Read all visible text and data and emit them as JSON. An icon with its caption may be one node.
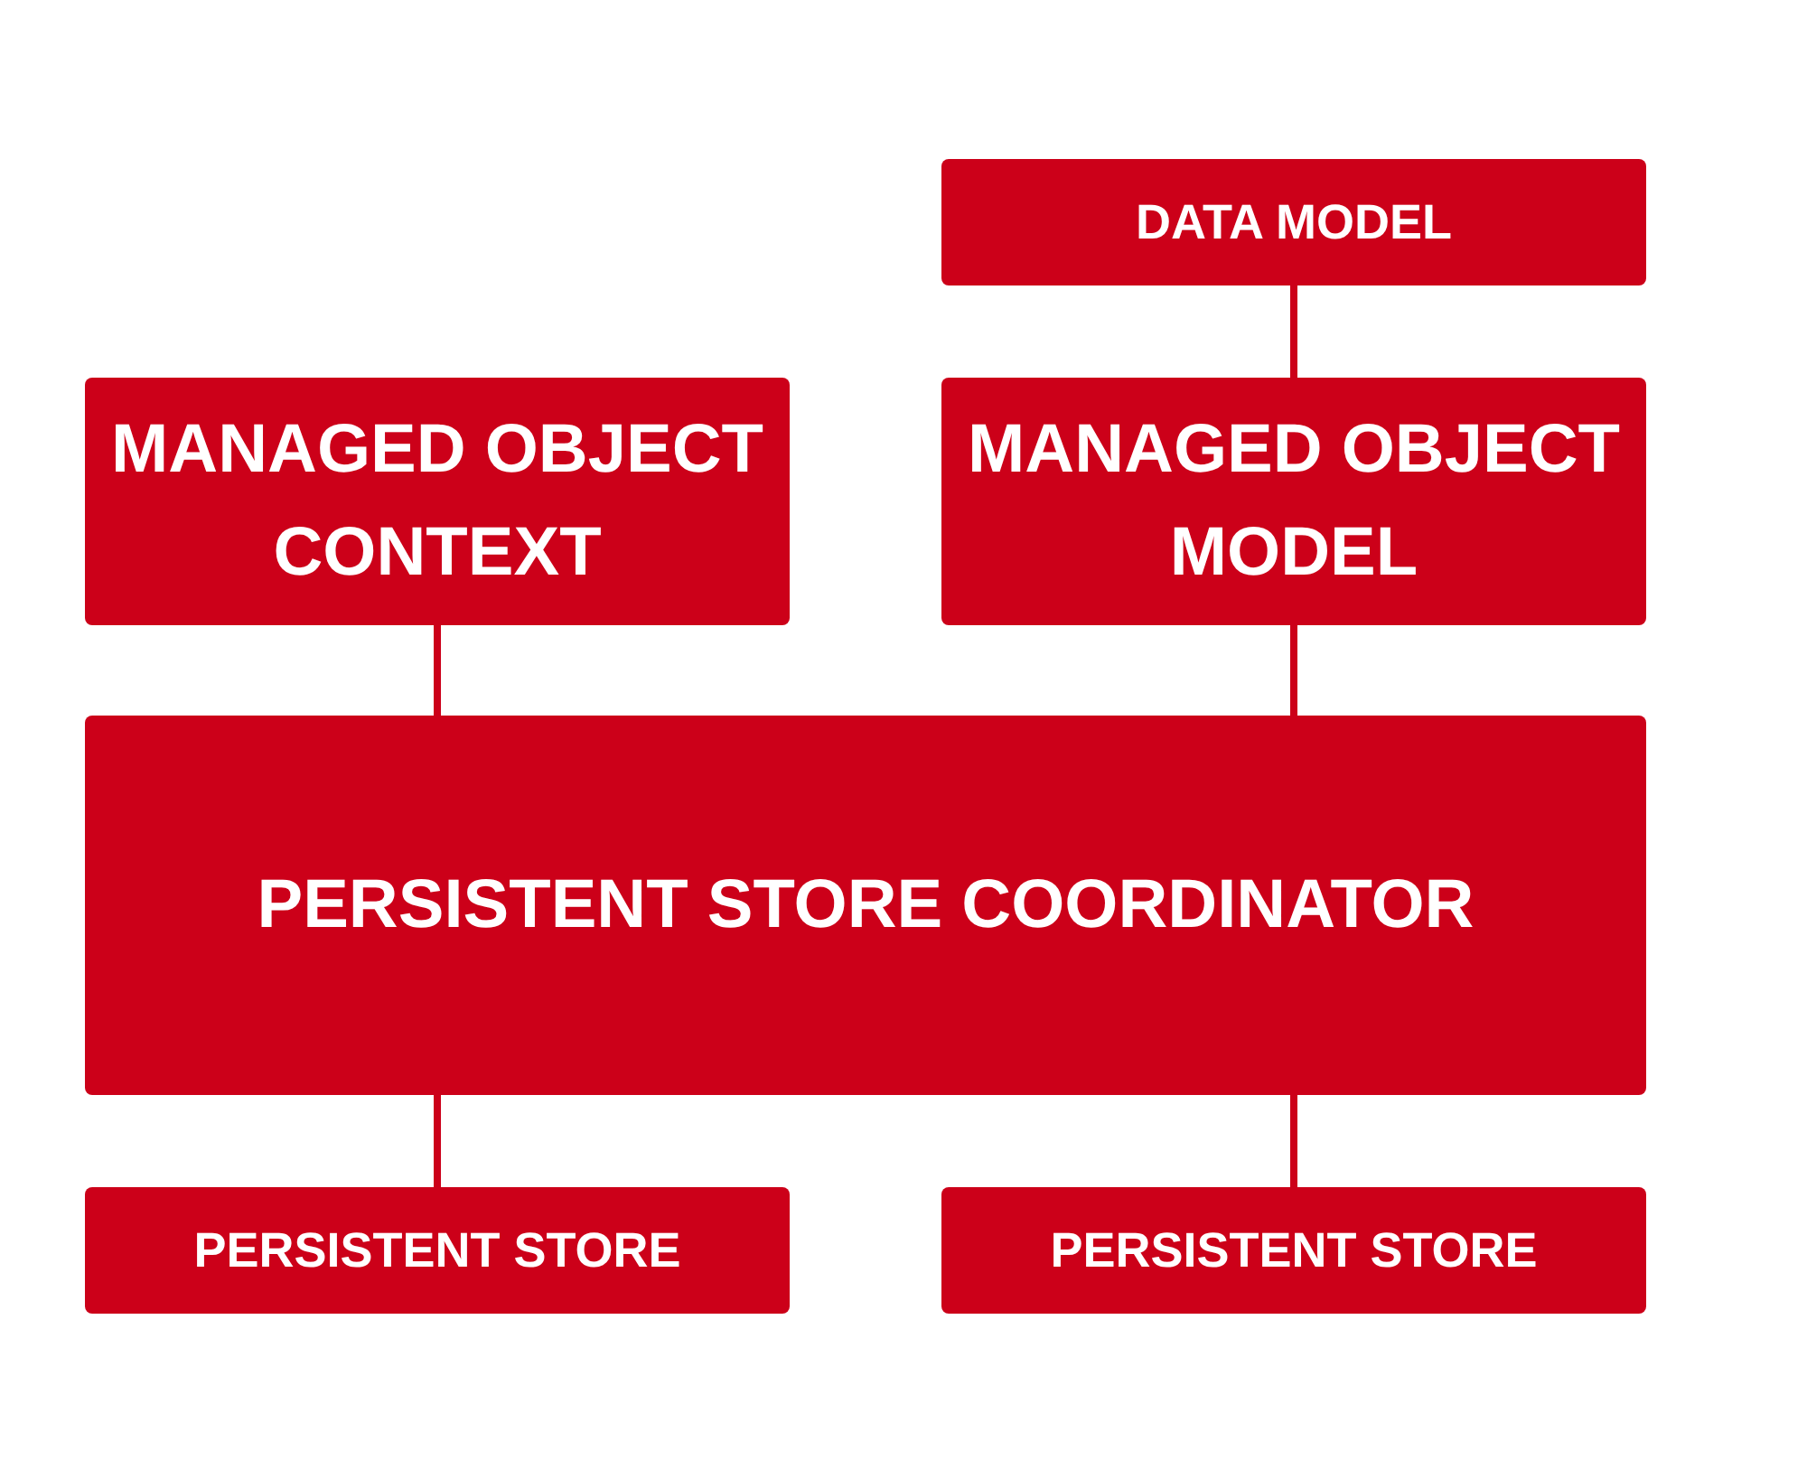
{
  "diagram": {
    "nodes": [
      {
        "text": [
          "DATA MODEL"
        ]
      },
      {
        "text": [
          "MANAGED OBJECT CONTEXT"
        ]
      },
      {
        "text": [
          "MANAGED OBJECT MODEL"
        ]
      },
      {
        "text": [
          "PERSISTENT STORE COORDINATOR"
        ]
      },
      {
        "text": [
          "PERSISTENT STORE"
        ]
      },
      {
        "text": [
          "PERSISTENT STORE"
        ]
      }
    ],
    "edges": [
      {
        "from": 0,
        "to": 2,
        "arrow": "none"
      },
      {
        "from": 1,
        "to": 3,
        "arrow": "none"
      },
      {
        "from": 2,
        "to": 3,
        "arrow": "none"
      },
      {
        "from": 3,
        "to": 4,
        "arrow": "none"
      },
      {
        "from": 3,
        "to": 5,
        "arrow": "none"
      }
    ]
  }
}
